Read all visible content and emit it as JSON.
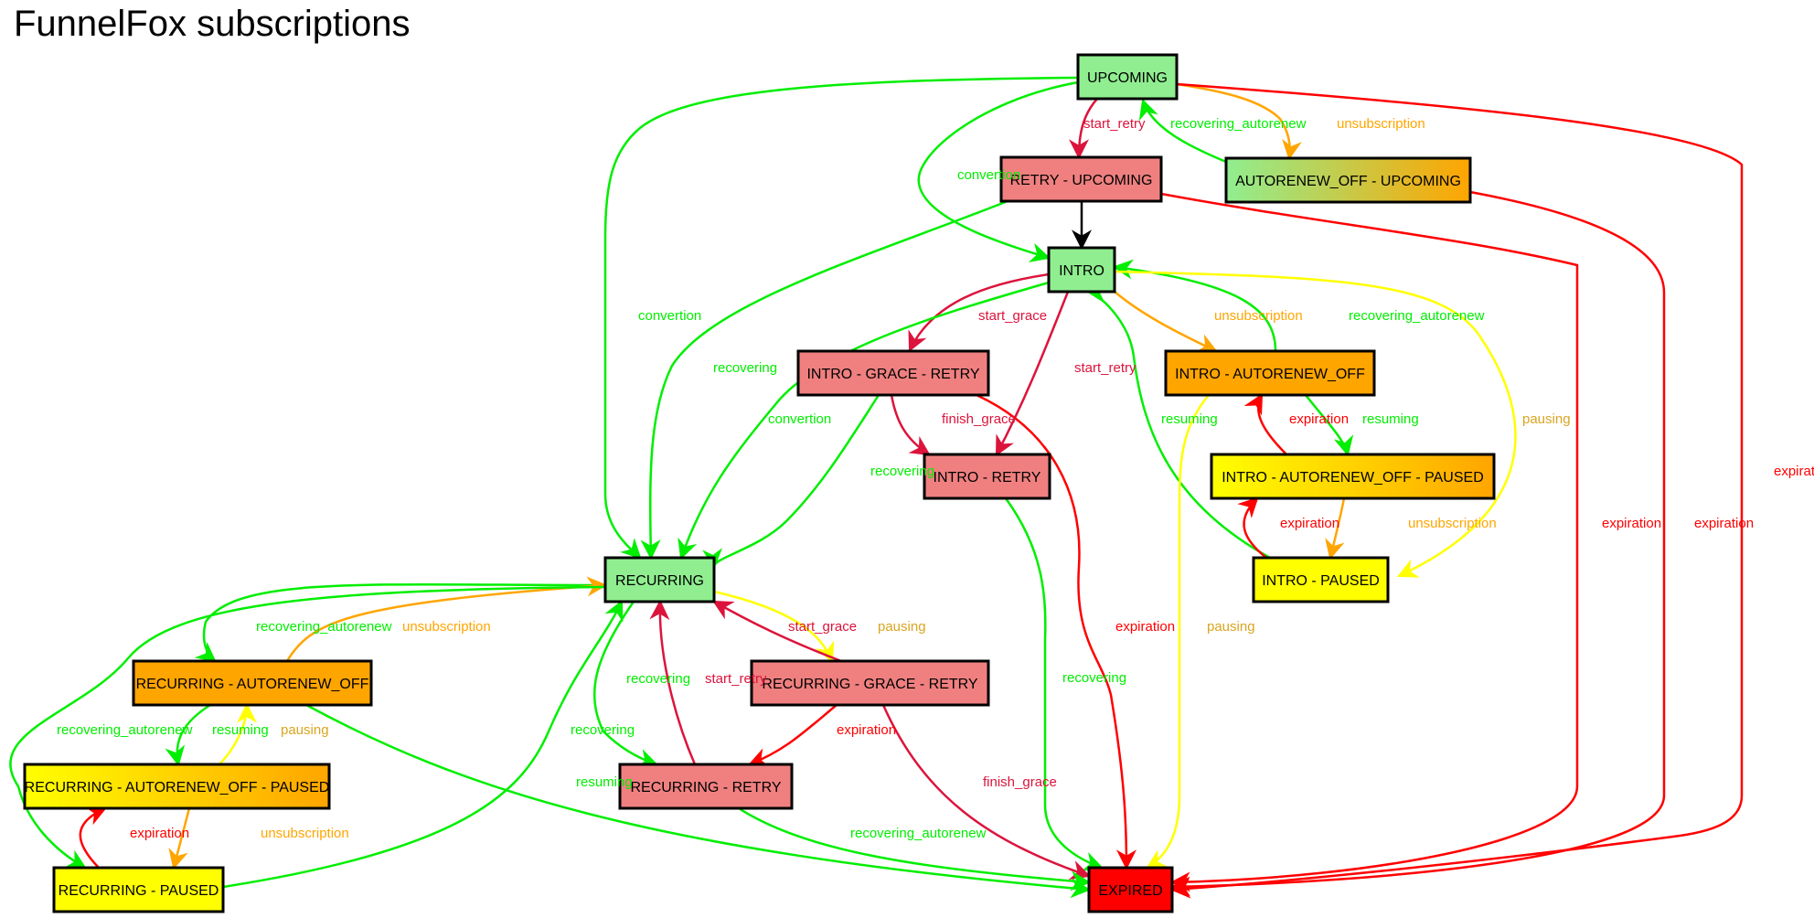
{
  "title": "FunnelFox subscriptions",
  "colors": {
    "green": "#00ee00",
    "light_green": "#90ee90",
    "crimson": "#dc143c",
    "red": "#ff0000",
    "orange": "#ffa500",
    "yellow": "#ffff00",
    "light_coral": "#f08080",
    "pausing_label": "#daa520",
    "black": "#000000"
  },
  "nodes": [
    {
      "id": "UPCOMING",
      "label": "UPCOMING",
      "fill": "#90ee90"
    },
    {
      "id": "RETRY_UPCOMING",
      "label": "RETRY - UPCOMING",
      "fill": "#f08080"
    },
    {
      "id": "AUTORENEW_OFF_UPCOMING",
      "label": "AUTORENEW_OFF - UPCOMING",
      "fill": "gradient",
      "gradient": [
        "#90ee90",
        "#ffa500"
      ]
    },
    {
      "id": "INTRO",
      "label": "INTRO",
      "fill": "#90ee90"
    },
    {
      "id": "INTRO_GRACE_RETRY",
      "label": "INTRO - GRACE - RETRY",
      "fill": "#f08080"
    },
    {
      "id": "INTRO_AUTORENEW_OFF",
      "label": "INTRO - AUTORENEW_OFF",
      "fill": "#ffa500"
    },
    {
      "id": "INTRO_RETRY",
      "label": "INTRO - RETRY",
      "fill": "#f08080"
    },
    {
      "id": "INTRO_AUTORENEW_OFF_PAUSED",
      "label": "INTRO - AUTORENEW_OFF - PAUSED",
      "fill": "gradient",
      "gradient": [
        "#ffff00",
        "#ffa500"
      ]
    },
    {
      "id": "INTRO_PAUSED",
      "label": "INTRO - PAUSED",
      "fill": "#ffff00"
    },
    {
      "id": "RECURRING",
      "label": "RECURRING",
      "fill": "#90ee90"
    },
    {
      "id": "RECURRING_AUTORENEW_OFF",
      "label": "RECURRING - AUTORENEW_OFF",
      "fill": "#ffa500"
    },
    {
      "id": "RECURRING_GRACE_RETRY",
      "label": "RECURRING - GRACE - RETRY",
      "fill": "#f08080"
    },
    {
      "id": "RECURRING_AUTORENEW_OFF_PAUSED",
      "label": "RECURRING - AUTORENEW_OFF - PAUSED",
      "fill": "gradient",
      "gradient": [
        "#ffff00",
        "#ffa500"
      ]
    },
    {
      "id": "RECURRING_RETRY",
      "label": "RECURRING - RETRY",
      "fill": "#f08080"
    },
    {
      "id": "RECURRING_PAUSED",
      "label": "RECURRING - PAUSED",
      "fill": "#ffff00"
    },
    {
      "id": "EXPIRED",
      "label": "EXPIRED",
      "fill": "#ff0000"
    }
  ],
  "edges": [
    {
      "from": "UPCOMING",
      "to": "RETRY_UPCOMING",
      "label": "start_retry",
      "color": "#dc143c"
    },
    {
      "from": "AUTORENEW_OFF_UPCOMING",
      "to": "UPCOMING",
      "label": "recovering_autorenew",
      "color": "#00ee00"
    },
    {
      "from": "UPCOMING",
      "to": "AUTORENEW_OFF_UPCOMING",
      "label": "unsubscription",
      "color": "#ffa500"
    },
    {
      "from": "UPCOMING",
      "to": "INTRO",
      "label": "convertion",
      "color": "#00ee00"
    },
    {
      "from": "UPCOMING",
      "to": "RECURRING",
      "label": "convertion",
      "color": "#00ee00"
    },
    {
      "from": "UPCOMING",
      "to": "EXPIRED",
      "label": "expiration",
      "color": "#ff0000"
    },
    {
      "from": "RETRY_UPCOMING",
      "to": "INTRO",
      "label": "",
      "color": "#000000"
    },
    {
      "from": "RETRY_UPCOMING",
      "to": "RECURRING",
      "label": "recovering",
      "color": "#00ee00"
    },
    {
      "from": "RETRY_UPCOMING",
      "to": "EXPIRED",
      "label": "expiration",
      "color": "#ff0000"
    },
    {
      "from": "AUTORENEW_OFF_UPCOMING",
      "to": "EXPIRED",
      "label": "expiration",
      "color": "#ff0000"
    },
    {
      "from": "INTRO",
      "to": "INTRO_GRACE_RETRY",
      "label": "start_grace",
      "color": "#dc143c"
    },
    {
      "from": "INTRO",
      "to": "INTRO_RETRY",
      "label": "start_retry",
      "color": "#dc143c"
    },
    {
      "from": "INTRO",
      "to": "INTRO_AUTORENEW_OFF",
      "label": "unsubscription",
      "color": "#ffa500"
    },
    {
      "from": "INTRO_AUTORENEW_OFF",
      "to": "INTRO",
      "label": "recovering_autorenew",
      "color": "#00ee00"
    },
    {
      "from": "INTRO",
      "to": "INTRO_PAUSED",
      "label": "pausing",
      "color": "#ffff00",
      "label_color": "#daa520"
    },
    {
      "from": "INTRO",
      "to": "RECURRING",
      "label": "convertion",
      "color": "#00ee00"
    },
    {
      "from": "INTRO_PAUSED",
      "to": "INTRO",
      "label": "resuming",
      "color": "#00ee00"
    },
    {
      "from": "INTRO_GRACE_RETRY",
      "to": "INTRO_RETRY",
      "label": "finish_grace",
      "color": "#dc143c"
    },
    {
      "from": "INTRO_GRACE_RETRY",
      "to": "RECURRING",
      "label": "recovering",
      "color": "#00ee00"
    },
    {
      "from": "INTRO_GRACE_RETRY",
      "to": "EXPIRED",
      "label": "expiration",
      "color": "#ff0000"
    },
    {
      "from": "INTRO_RETRY",
      "to": "RECURRING",
      "label": "recovering",
      "color": "#00ee00"
    },
    {
      "from": "INTRO_RETRY",
      "to": "EXPIRED",
      "label": "expiration",
      "color": "#ff0000"
    },
    {
      "from": "INTRO_AUTORENEW_OFF_PAUSED",
      "to": "INTRO_AUTORENEW_OFF",
      "label": "resuming",
      "color": "#00ee00"
    },
    {
      "from": "INTRO_AUTORENEW_OFF",
      "to": "INTRO_AUTORENEW_OFF_PAUSED",
      "label": "pausing",
      "color": "#ffff00",
      "label_color": "#daa520"
    },
    {
      "from": "INTRO_AUTORENEW_OFF",
      "to": "EXPIRED",
      "label": "expiration",
      "color": "#ff0000"
    },
    {
      "from": "INTRO_PAUSED",
      "to": "INTRO_AUTORENEW_OFF_PAUSED",
      "label": "unsubscription",
      "color": "#ffa500"
    },
    {
      "from": "INTRO_AUTORENEW_OFF_PAUSED",
      "to": "INTRO_PAUSED",
      "label": "recovering_autorenew",
      "color": "#00ee00"
    },
    {
      "from": "RECURRING",
      "to": "RECURRING_AUTORENEW_OFF",
      "label": "unsubscription",
      "color": "#ffa500"
    },
    {
      "from": "RECURRING_AUTORENEW_OFF",
      "to": "RECURRING",
      "label": "recovering_autorenew",
      "color": "#00ee00"
    },
    {
      "from": "RECURRING",
      "to": "RECURRING_PAUSED",
      "label": "pausing",
      "color": "#ffff00",
      "label_color": "#daa520"
    },
    {
      "from": "RECURRING",
      "to": "RECURRING_GRACE_RETRY",
      "label": "start_grace",
      "color": "#dc143c"
    },
    {
      "from": "RECURRING_GRACE_RETRY",
      "to": "RECURRING",
      "label": "recovering",
      "color": "#00ee00"
    },
    {
      "from": "RECURRING",
      "to": "RECURRING_RETRY",
      "label": "start_retry",
      "color": "#dc143c"
    },
    {
      "from": "RECURRING_RETRY",
      "to": "RECURRING",
      "label": "recovering",
      "color": "#00ee00"
    },
    {
      "from": "RECURRING_PAUSED",
      "to": "RECURRING",
      "label": "resuming",
      "color": "#00ee00"
    },
    {
      "from": "RECURRING_AUTORENEW_OFF",
      "to": "RECURRING_AUTORENEW_OFF_PAUSED",
      "label": "pausing",
      "color": "#ffff00",
      "label_color": "#daa520"
    },
    {
      "from": "RECURRING_AUTORENEW_OFF_PAUSED",
      "to": "RECURRING_AUTORENEW_OFF",
      "label": "resuming",
      "color": "#00ee00"
    },
    {
      "from": "RECURRING_AUTORENEW_OFF",
      "to": "EXPIRED",
      "label": "expiration",
      "color": "#ff0000"
    },
    {
      "from": "RECURRING_GRACE_RETRY",
      "to": "RECURRING_RETRY",
      "label": "finish_grace",
      "color": "#dc143c"
    },
    {
      "from": "RECURRING_GRACE_RETRY",
      "to": "EXPIRED",
      "label": "expiration",
      "color": "#ff0000"
    },
    {
      "from": "RECURRING_PAUSED",
      "to": "RECURRING_AUTORENEW_OFF_PAUSED",
      "label": "unsubscription",
      "color": "#ffa500"
    },
    {
      "from": "RECURRING_AUTORENEW_OFF_PAUSED",
      "to": "RECURRING_PAUSED",
      "label": "recovering_autorenew",
      "color": "#00ee00"
    },
    {
      "from": "RECURRING_RETRY",
      "to": "EXPIRED",
      "label": "expiration",
      "color": "#ff0000"
    }
  ]
}
